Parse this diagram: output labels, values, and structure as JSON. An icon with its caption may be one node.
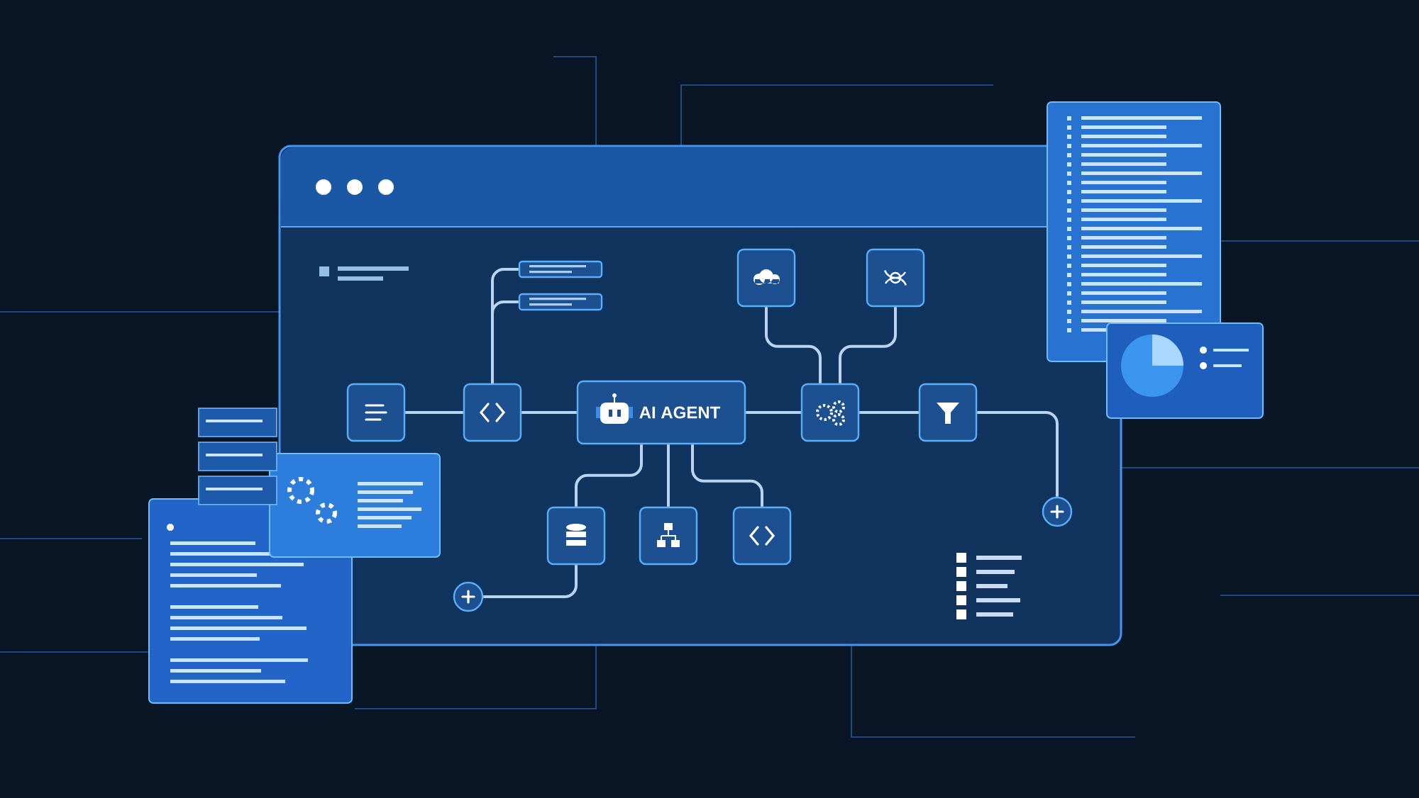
{
  "diagram": {
    "nodes": [
      {
        "text": [],
        "shape": "box"
      },
      {
        "text": [],
        "shape": "box"
      },
      {
        "text": [],
        "shape": "bar"
      },
      {
        "text": [],
        "shape": "bar"
      },
      {
        "text": [
          "AI AGENT"
        ]
      },
      {
        "text": [],
        "shape": "box"
      },
      {
        "text": [],
        "shape": "box"
      },
      {
        "text": [],
        "shape": "box"
      },
      {
        "text": [],
        "shape": "box"
      },
      {
        "text": [],
        "shape": "circle"
      },
      {
        "text": [],
        "shape": "box"
      },
      {
        "text": [],
        "shape": "box"
      },
      {
        "text": [],
        "shape": "box"
      },
      {
        "text": [],
        "shape": "circle"
      }
    ],
    "edges": [
      {
        "from": 0,
        "to": 1,
        "arrow": "none"
      },
      {
        "from": 1,
        "to": 2,
        "arrow": "none"
      },
      {
        "from": 1,
        "to": 3,
        "arrow": "none"
      },
      {
        "from": 1,
        "to": 4,
        "arrow": "none"
      },
      {
        "from": 4,
        "to": 7,
        "arrow": "none"
      },
      {
        "from": 5,
        "to": 7,
        "arrow": "none"
      },
      {
        "from": 6,
        "to": 7,
        "arrow": "none"
      },
      {
        "from": 7,
        "to": 8,
        "arrow": "none"
      },
      {
        "from": 8,
        "to": 9,
        "arrow": "none"
      },
      {
        "from": 4,
        "to": 10,
        "arrow": "none"
      },
      {
        "from": 4,
        "to": 11,
        "arrow": "none"
      },
      {
        "from": 4,
        "to": 12,
        "arrow": "none"
      },
      {
        "from": 10,
        "to": 13,
        "arrow": "none"
      }
    ]
  }
}
